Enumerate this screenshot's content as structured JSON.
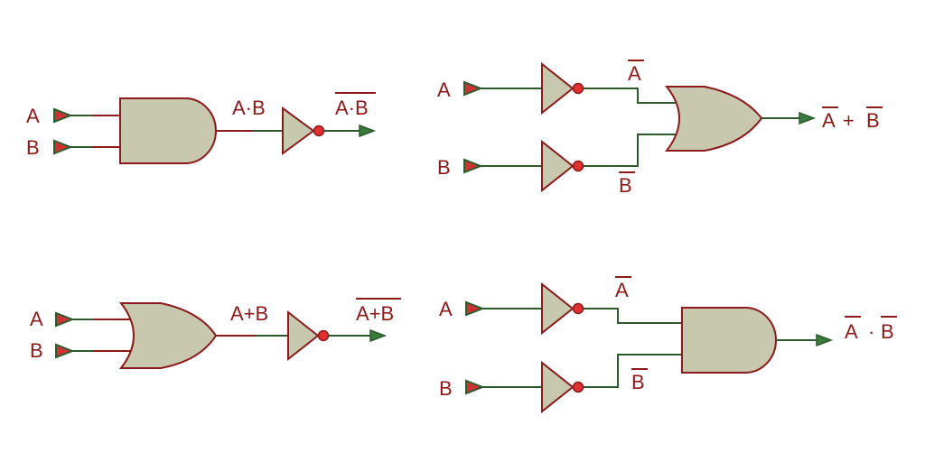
{
  "nand": {
    "in_a": "A",
    "in_b": "B",
    "mid": "A·B",
    "out": "A·B"
  },
  "or_of_nots": {
    "in_a": "A",
    "in_b": "B",
    "not_a": "A",
    "not_b": "B",
    "out_a": "A",
    "out_plus": "+",
    "out_b": "B"
  },
  "nor": {
    "in_a": "A",
    "in_b": "B",
    "mid": "A+B",
    "out": "A+B"
  },
  "and_of_nots": {
    "in_a": "A",
    "in_b": "B",
    "not_a": "A",
    "not_b": "B",
    "out_a": "A",
    "out_dot": "·",
    "out_b": "B"
  },
  "colors": {
    "text": "#8b1a1a",
    "gate_fill": "#c8c8ae",
    "wire": "#2d5a2d",
    "bubble": "#e03030"
  }
}
